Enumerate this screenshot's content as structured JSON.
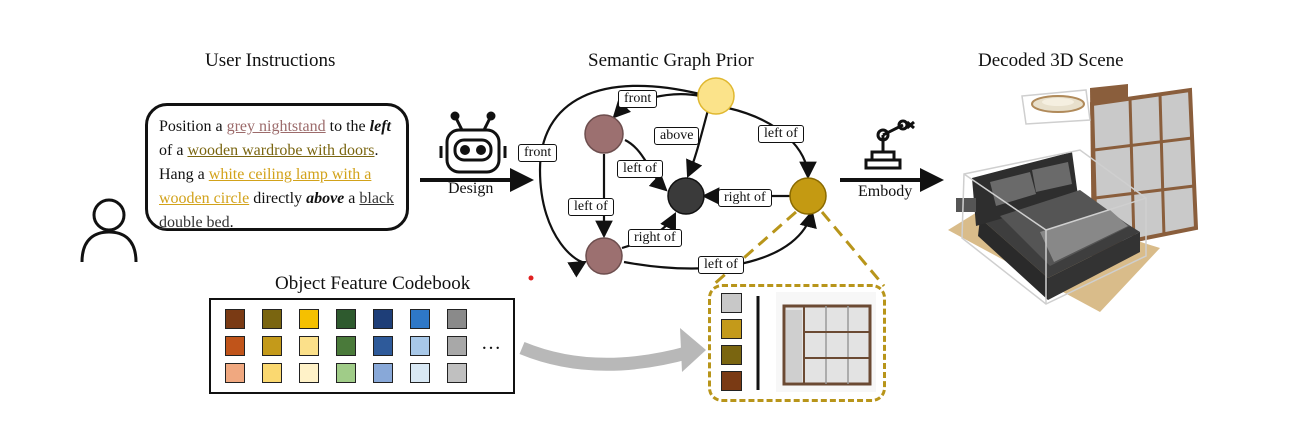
{
  "titles": {
    "user": "User Instructions",
    "graph": "Semantic Graph Prior",
    "scene": "Decoded 3D Scene",
    "codebook": "Object Feature Codebook"
  },
  "instruction": {
    "t1": "Position a ",
    "obj1": "grey nightstand",
    "t2": " to the ",
    "rel1": "left",
    "t3": " of a ",
    "obj2": "wooden wardrobe with doors",
    "t4": ". Hang a ",
    "obj3": "white ceiling lamp with a wooden circle",
    "t5": " directly ",
    "rel2": "above",
    "t6": " a ",
    "obj4": "black double bed",
    "t7": "."
  },
  "arrows": {
    "design": "Design",
    "embody": "Embody"
  },
  "graph": {
    "edges": {
      "front_top": "front",
      "front_left": "front",
      "above": "above",
      "left_of_right": "left of",
      "left_of_mid": "left of",
      "left_of_left": "left of",
      "right_of_mid": "right of",
      "right_of_bottom": "right of",
      "left_of_bottom": "left of"
    }
  },
  "codebook": {
    "ellipsis": "…",
    "colors": [
      [
        "#7a3a14",
        "#7a6510",
        "#f5c000",
        "#2e5a2e",
        "#1e3e78",
        "#2e78c8",
        "#8a8a8a"
      ],
      [
        "#c0541a",
        "#c49a1a",
        "#fbe08a",
        "#4a7a3a",
        "#2e5a9a",
        "#a8c8e8",
        "#a8a8a8"
      ],
      [
        "#f0a880",
        "#fad870",
        "#fff2c8",
        "#a0cc88",
        "#88a8d8",
        "#d8e8f4",
        "#c0c0c0"
      ]
    ]
  },
  "zoom_swatches": [
    "#c8c8c8",
    "#c49a1a",
    "#7a6510",
    "#7a3a14"
  ],
  "colors": {
    "grey_node": "#9c7070",
    "dark_node": "#3a3a3a",
    "gold_node": "#c49a12",
    "lamp_node": "#fbe38a",
    "accent_dash": "#b8951a"
  }
}
